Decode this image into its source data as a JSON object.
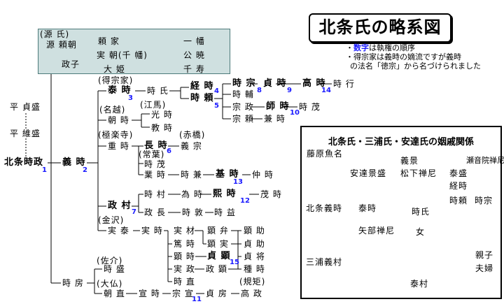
{
  "title": "北条氏の略系図",
  "notes": {
    "line1_prefix": "・",
    "line1_em": "数字",
    "line1_rest": "は執権の順序",
    "line2": "・得宗家は義時の嫡流ですが義時",
    "line3": "の法名「徳宗」から名づけられました"
  },
  "colors": {
    "accent_number": "#1a1aff",
    "minamoto_box": "#cfe0e0"
  },
  "minamoto": {
    "label": "(源 氏)",
    "yoritomo": "源 頼朝",
    "yoriie": "頼 家",
    "sanetomo": "実 朝(千 幡)",
    "ohime": "大 姫",
    "ichiman": "一 幡",
    "kugyo": "公 暁",
    "senju": "千 寿"
  },
  "main": {
    "tairanosadamori": "平 貞盛",
    "tairakoremori": "平 維盛",
    "tokimasa": "北条時政",
    "tokimasa_num": "1",
    "masako": "政子",
    "yoshitoki": "義 時",
    "yoshitoki_num": "2",
    "tokifusa": "時 房",
    "tokuso_label": "(得宗家)",
    "yasutoki": "泰 時",
    "yasutoki_num": "3",
    "tokiuji": "時 氏",
    "tsunetoki": "経 時",
    "tsunetoki_num": "4",
    "tokiyori": "時 頼",
    "tokiyori_num": "5",
    "tokimune": "時 宗",
    "tokimune_num": "8",
    "sadatoki": "貞 時",
    "sadatoki_num": "9",
    "takatoki": "高 時",
    "takatoki_num": "14",
    "tokiyuki": "時 行",
    "tokisuke": "時 輔",
    "somasa": "宗 政",
    "morotoki": "師 時",
    "morotoki_num": "10",
    "tokishige": "時 茂",
    "soyori": "宗 頼",
    "kanetoki": "兼 時",
    "nagoe_label": "(名越)",
    "tomotoki": "朝 時",
    "ema_label": "(江馬)",
    "mitsutoki": "光 時",
    "noritoki": "教 時",
    "gokurakuji_label": "(極楽寺)",
    "shigetoki": "重 時",
    "akabashi_label": "(赤橋)",
    "nagatoki": "長 時",
    "nagatoki_num": "6",
    "yoshimune": "義 宗",
    "tokiwa_label": "(常葉)",
    "tokishige2": "時 茂",
    "naritoki": "業 時",
    "tokikane": "時 兼",
    "mototoki": "基 時",
    "mototoki_num": "13",
    "nakatoki": "仲 時",
    "masamura": "政 村",
    "masamura_num": "7",
    "tokimura": "時 村",
    "tametoki": "為 時",
    "hirotoki": "熙 時",
    "hirotoki_num": "12",
    "shigetoki2": "茂 時",
    "masanaga": "政 長",
    "tokiatsu": "時 敦",
    "tokimasu": "時 益",
    "kanazawa_label": "(金沢)",
    "sanetai": "実 泰",
    "sanetoki": "実 時",
    "sanetoki2": "実 材",
    "akitoki": "顕 弁",
    "akisuke": "顕 助",
    "atsutoki": "篤 時",
    "akizane": "顕 実",
    "sadasuke": "貞 助",
    "akitoki2": "顕 時",
    "sadaaki": "貞 顕",
    "sadaaki_num": "15",
    "sadamasa": "貞 将",
    "sanemasa": "実 政",
    "masaaki": "政 顕",
    "tanetoki": "種 時",
    "tokinao": "時 直",
    "sasuke_label": "(佐介)",
    "tokimori": "時 盛",
    "osaragi_label": "(大仏)",
    "tomonao": "朝 直",
    "nobutoki": "宣 時",
    "munenobu": "宗 宣",
    "munenobu_num": "11",
    "sadafusa": "貞 房",
    "kiku_label": "(規矩)",
    "takamasa": "高 政"
  },
  "inset": {
    "title": "北条氏・三浦氏・安達氏の姻戚関係",
    "fujiwara": "藤原魚名",
    "adachi": "安達景盛",
    "yoshikage": "義景",
    "matsushita": "松下禅尼",
    "sekimonin": "瀬音院禅尼",
    "taika": "泰盛",
    "tsunetoki": "経時",
    "tokiyori": "時頼",
    "tokimune": "時宗",
    "hojoyoshitoki": "北条義時",
    "yasutoki": "泰時",
    "tokiuji": "時氏",
    "yabezenni": "矢部禅尼",
    "miura": "三浦義村",
    "onna": "女",
    "yasumura": "泰村",
    "legend_parent": "親子",
    "legend_spouse": "夫婦"
  }
}
